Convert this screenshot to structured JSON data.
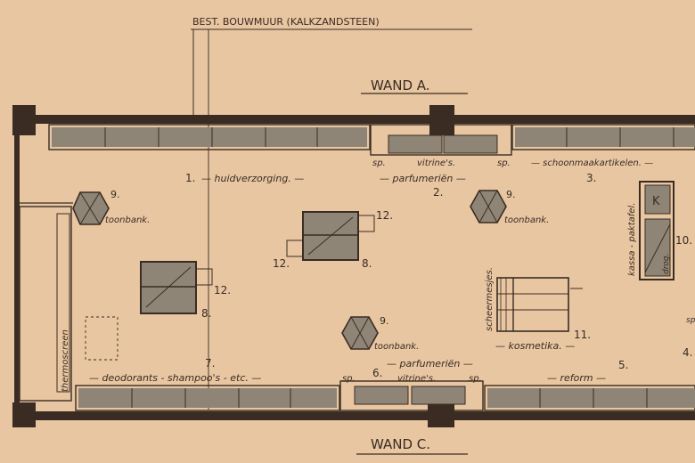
{
  "header_note": "BEST. BOUWMUUR (KALKZANDSTEEN)",
  "walls": {
    "top": "WAND A.",
    "bottom": "WAND C."
  },
  "side_label": "thermoscreen",
  "top_row": {
    "sp_left": "sp.",
    "vitrines": "vitrine's.",
    "sp_right": "sp.",
    "schoonmaak": "— schoonmaakartikelen. —"
  },
  "zones": [
    {
      "num": "1.",
      "text": "— huidverzorging. —"
    },
    {
      "num": "2.",
      "text": "— parfumeriën —"
    },
    {
      "num": "3.",
      "text": ""
    },
    {
      "num": "5.",
      "text": "— reform —"
    },
    {
      "num": "6.",
      "text": "— parfumeriën —"
    },
    {
      "num": "7.",
      "text": "— deodorants - shampoo's - etc. —"
    },
    {
      "num": "11.",
      "text": "— kosmetika. —"
    }
  ],
  "bottom_row": {
    "sp_left": "sp.",
    "vitrines": "vitrine's.",
    "sp_right": "sp."
  },
  "toonbanken": [
    {
      "num": "9.",
      "label": "toonbank."
    },
    {
      "num": "9.",
      "label": "toonbank."
    },
    {
      "num": "9.",
      "label": "toonbank."
    }
  ],
  "tables": [
    {
      "num": "8.",
      "side": "12."
    },
    {
      "num": "8.",
      "side": "12.",
      "side2": "12."
    }
  ],
  "scheermesjes": "scheermesjes.",
  "kassa": {
    "label": "kassa - paktafel.",
    "k": "K",
    "drog": "drog.",
    "num": "10."
  },
  "right_edge": {
    "num": "4.",
    "sp": "sp"
  },
  "colors": {
    "paper": "#e8c6a2",
    "ink": "#3a2c22",
    "fill": "#8f8576"
  }
}
